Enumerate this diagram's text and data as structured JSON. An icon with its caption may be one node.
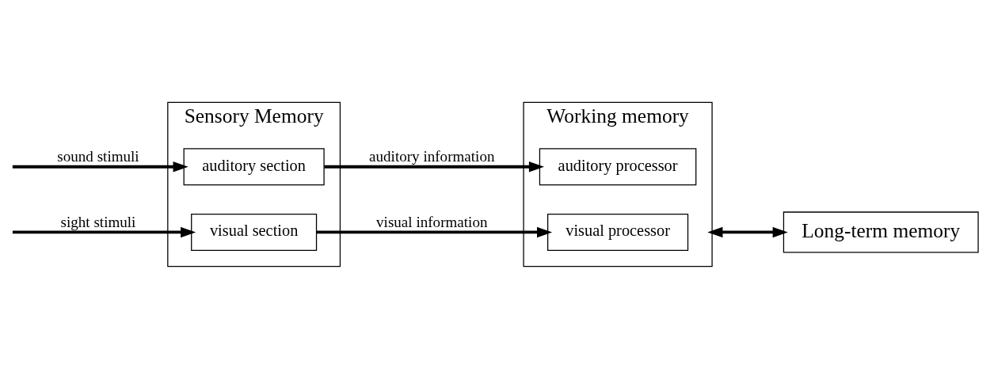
{
  "diagram": {
    "nodes": [
      {
        "text": [
          "Sensory Memory"
        ]
      },
      {
        "text": [
          "auditory section"
        ],
        "in": 0
      },
      {
        "text": [
          "visual section"
        ],
        "in": 0
      },
      {
        "text": [
          "Working memory"
        ]
      },
      {
        "text": [
          "auditory processor"
        ],
        "in": 3
      },
      {
        "text": [
          "visual processor"
        ],
        "in": 3
      },
      {
        "text": [
          "Long-term memory"
        ]
      }
    ],
    "edges": [
      {
        "from": null,
        "to": 1,
        "arrow": "to",
        "label": "sound stimuli"
      },
      {
        "from": null,
        "to": 2,
        "arrow": "to",
        "label": "sight stimuli"
      },
      {
        "from": 1,
        "to": 4,
        "arrow": "to",
        "label": "auditory information"
      },
      {
        "from": 2,
        "to": 5,
        "arrow": "to",
        "label": "visual information"
      },
      {
        "from": 3,
        "to": 6,
        "arrow": "both"
      }
    ]
  }
}
